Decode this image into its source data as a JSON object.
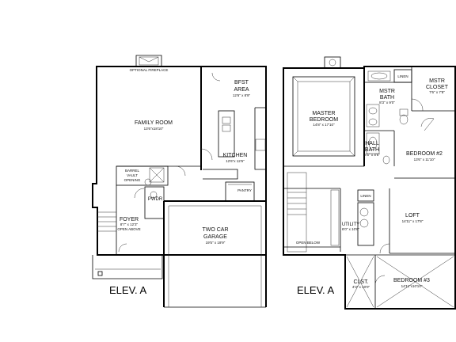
{
  "first_floor": {
    "fireplace": "OPTIONAL FIREPLACE",
    "family_room": {
      "name": "FAMILY ROOM",
      "dims": "13'6\"x18'10\""
    },
    "bfst": {
      "line1": "BFST",
      "line2": "AREA",
      "dims": "12'6\" x 8'9\""
    },
    "kitchen": {
      "name": "KITCHEN",
      "dims": "12'6\"x 12'6\""
    },
    "barrel_vault": {
      "line1": "BARREL",
      "line2": "VAULT",
      "line3": "OPENING"
    },
    "pantry": "PANTRY",
    "powder": "PWDR",
    "foyer": {
      "name": "FOYER",
      "dims": "8'7\" x 12'3\"",
      "note": "OPEN ABOVE"
    },
    "garage": {
      "line1": "TWO CAR",
      "line2": "GARAGE",
      "dims": "19'5\" x 19'9\""
    },
    "elevation": "ELEV. A"
  },
  "second_floor": {
    "linen_top": "LINEN",
    "mstr_closet": {
      "line1": "MSTR",
      "line2": "CLOSET",
      "dims": "7'6\" x 7'8\""
    },
    "master_bedroom": {
      "line1": "MASTER",
      "line2": "BEDROOM",
      "dims": "14'8\" x 17'10\""
    },
    "mstr_bath": {
      "line1": "MSTR",
      "line2": "BATH",
      "dims": "8'3\" x 9'0\""
    },
    "hall_bath": {
      "line1": "HALL",
      "line2": "BATH",
      "dims": "8'5\" x 8'6\""
    },
    "bedroom2": {
      "name": "BEDROOM #2",
      "dims": "13'6\" x 11'10\""
    },
    "linen_mid": "LINEN",
    "loft": {
      "name": "LOFT",
      "dims": "14'11\" x 17'8\""
    },
    "utility": {
      "name": "UTILITY",
      "dims": "6'0\" x 10'6\""
    },
    "open_below": "OPEN BELOW",
    "clst": {
      "name": "CLST.",
      "dims": "4'3\" x 10'0\""
    },
    "bedroom3": {
      "name": "BEDROOM #3",
      "dims": "14'11\"x10'10\""
    },
    "elevation": "ELEV. A"
  }
}
